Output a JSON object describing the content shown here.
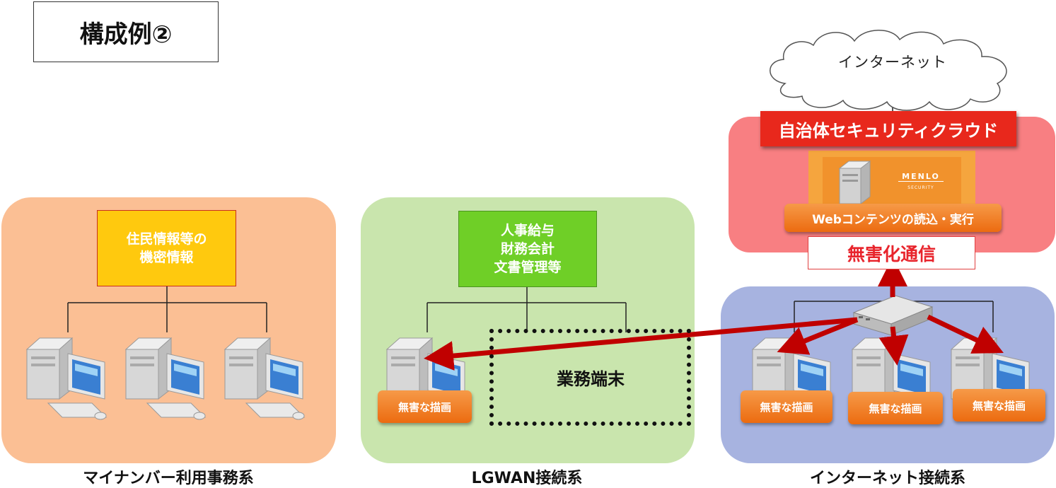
{
  "title": "構成例②",
  "internet": {
    "label": "インターネット"
  },
  "cloud": {
    "banner": "自治体セキュリティクラウド",
    "logo_main": "MENLO",
    "logo_sub": "SECURITY",
    "web_button": "Webコンテンツの読込・実行",
    "harmless_comm": "無害化通信"
  },
  "zones": [
    {
      "label": "マイナンバー利用事務系",
      "info_line1": "住民情報等の",
      "info_line2": "機密情報",
      "color": "#fbbf94"
    },
    {
      "label": "LGWAN接続系",
      "info_line1": "人事給与",
      "info_line2": "財務会計",
      "info_line3": "文書管理等",
      "color": "#c9e5ad"
    },
    {
      "label": "インターネット接続系",
      "color": "#a7b3e0"
    }
  ],
  "terminal_label": "業務端末",
  "harmless_render": "無害な描画",
  "colors": {
    "arrow": "#c00000",
    "banner": "#e8281c",
    "cloud_zone": "#f87f82"
  }
}
